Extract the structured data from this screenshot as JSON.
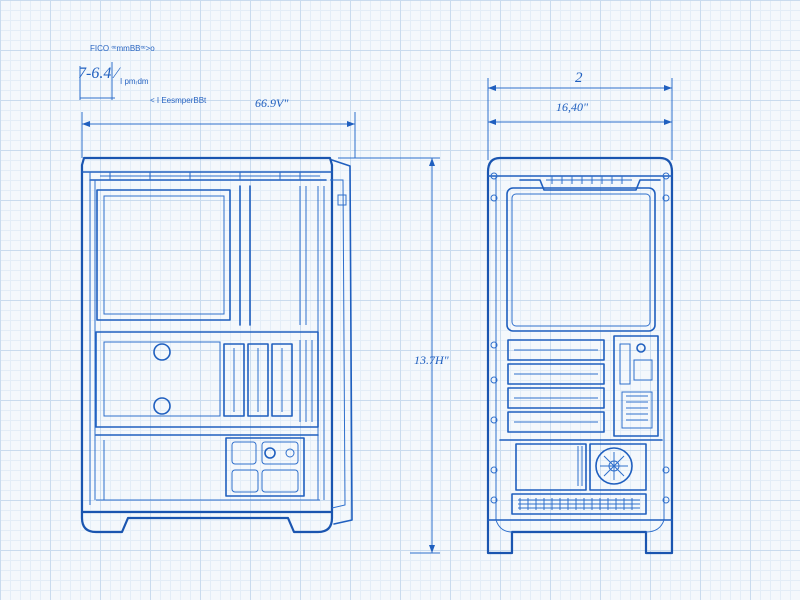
{
  "colors": {
    "ink": "#1f5fbf",
    "paper": "#f4f8fc",
    "grid": "#c9dbee"
  },
  "header": {
    "title_note": "FICO ꟹmmBBꟹ>o",
    "scale_note": "7-6.4 ⁄",
    "scale_sub": "ⅼ pmᵣdm",
    "ref_note": "< ⅼ EesmperBBt"
  },
  "dimensions": {
    "side_width": "66.9V\"",
    "height": "13.7H\"",
    "front_index": "2",
    "front_width": "16,40\""
  },
  "views": [
    {
      "name": "side-elevation"
    },
    {
      "name": "front-elevation"
    }
  ]
}
